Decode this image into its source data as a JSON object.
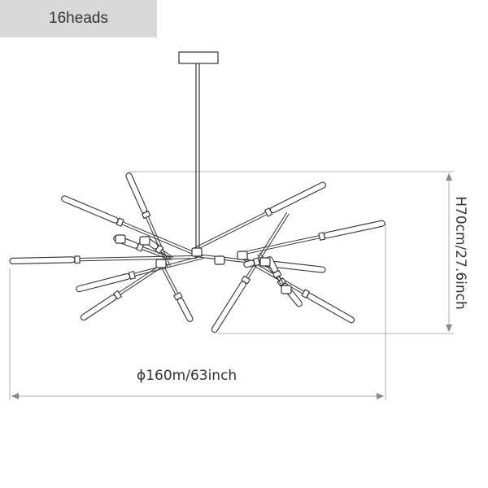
{
  "badge": {
    "label": "16heads"
  },
  "dimensions": {
    "width_label": "ϕ160m/63inch",
    "height_label": "H70cm/27.6inch"
  },
  "colors": {
    "line": "#333333",
    "dimension_line": "#999999",
    "badge_bg": "#d9d9d9"
  },
  "icons": [
    "chandelier-drawing",
    "dimension-arrow"
  ]
}
